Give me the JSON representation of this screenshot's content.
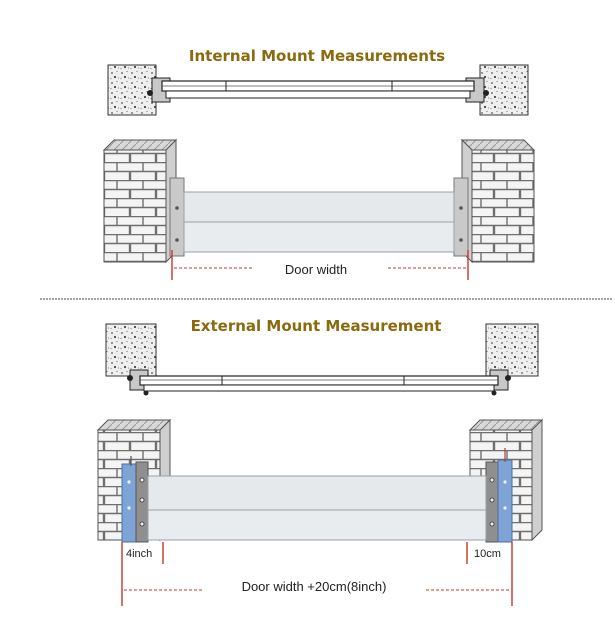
{
  "internal": {
    "title": "Internal Mount Measurements",
    "door_width_label": "Door width"
  },
  "external": {
    "title": "External Mount Measurement",
    "left_offset_label": "4inch",
    "right_offset_label": "10cm",
    "door_width_label": "Door width +20cm(8inch)"
  },
  "colors": {
    "title": "#8a6a0c",
    "dimension_line": "#c0392b",
    "brick": "#f4f4f4",
    "mortar": "#6f6f6f",
    "panel": "#e2e6ea",
    "bracket": "#8f8f8f",
    "mount_strip": "#7ea4d6"
  }
}
